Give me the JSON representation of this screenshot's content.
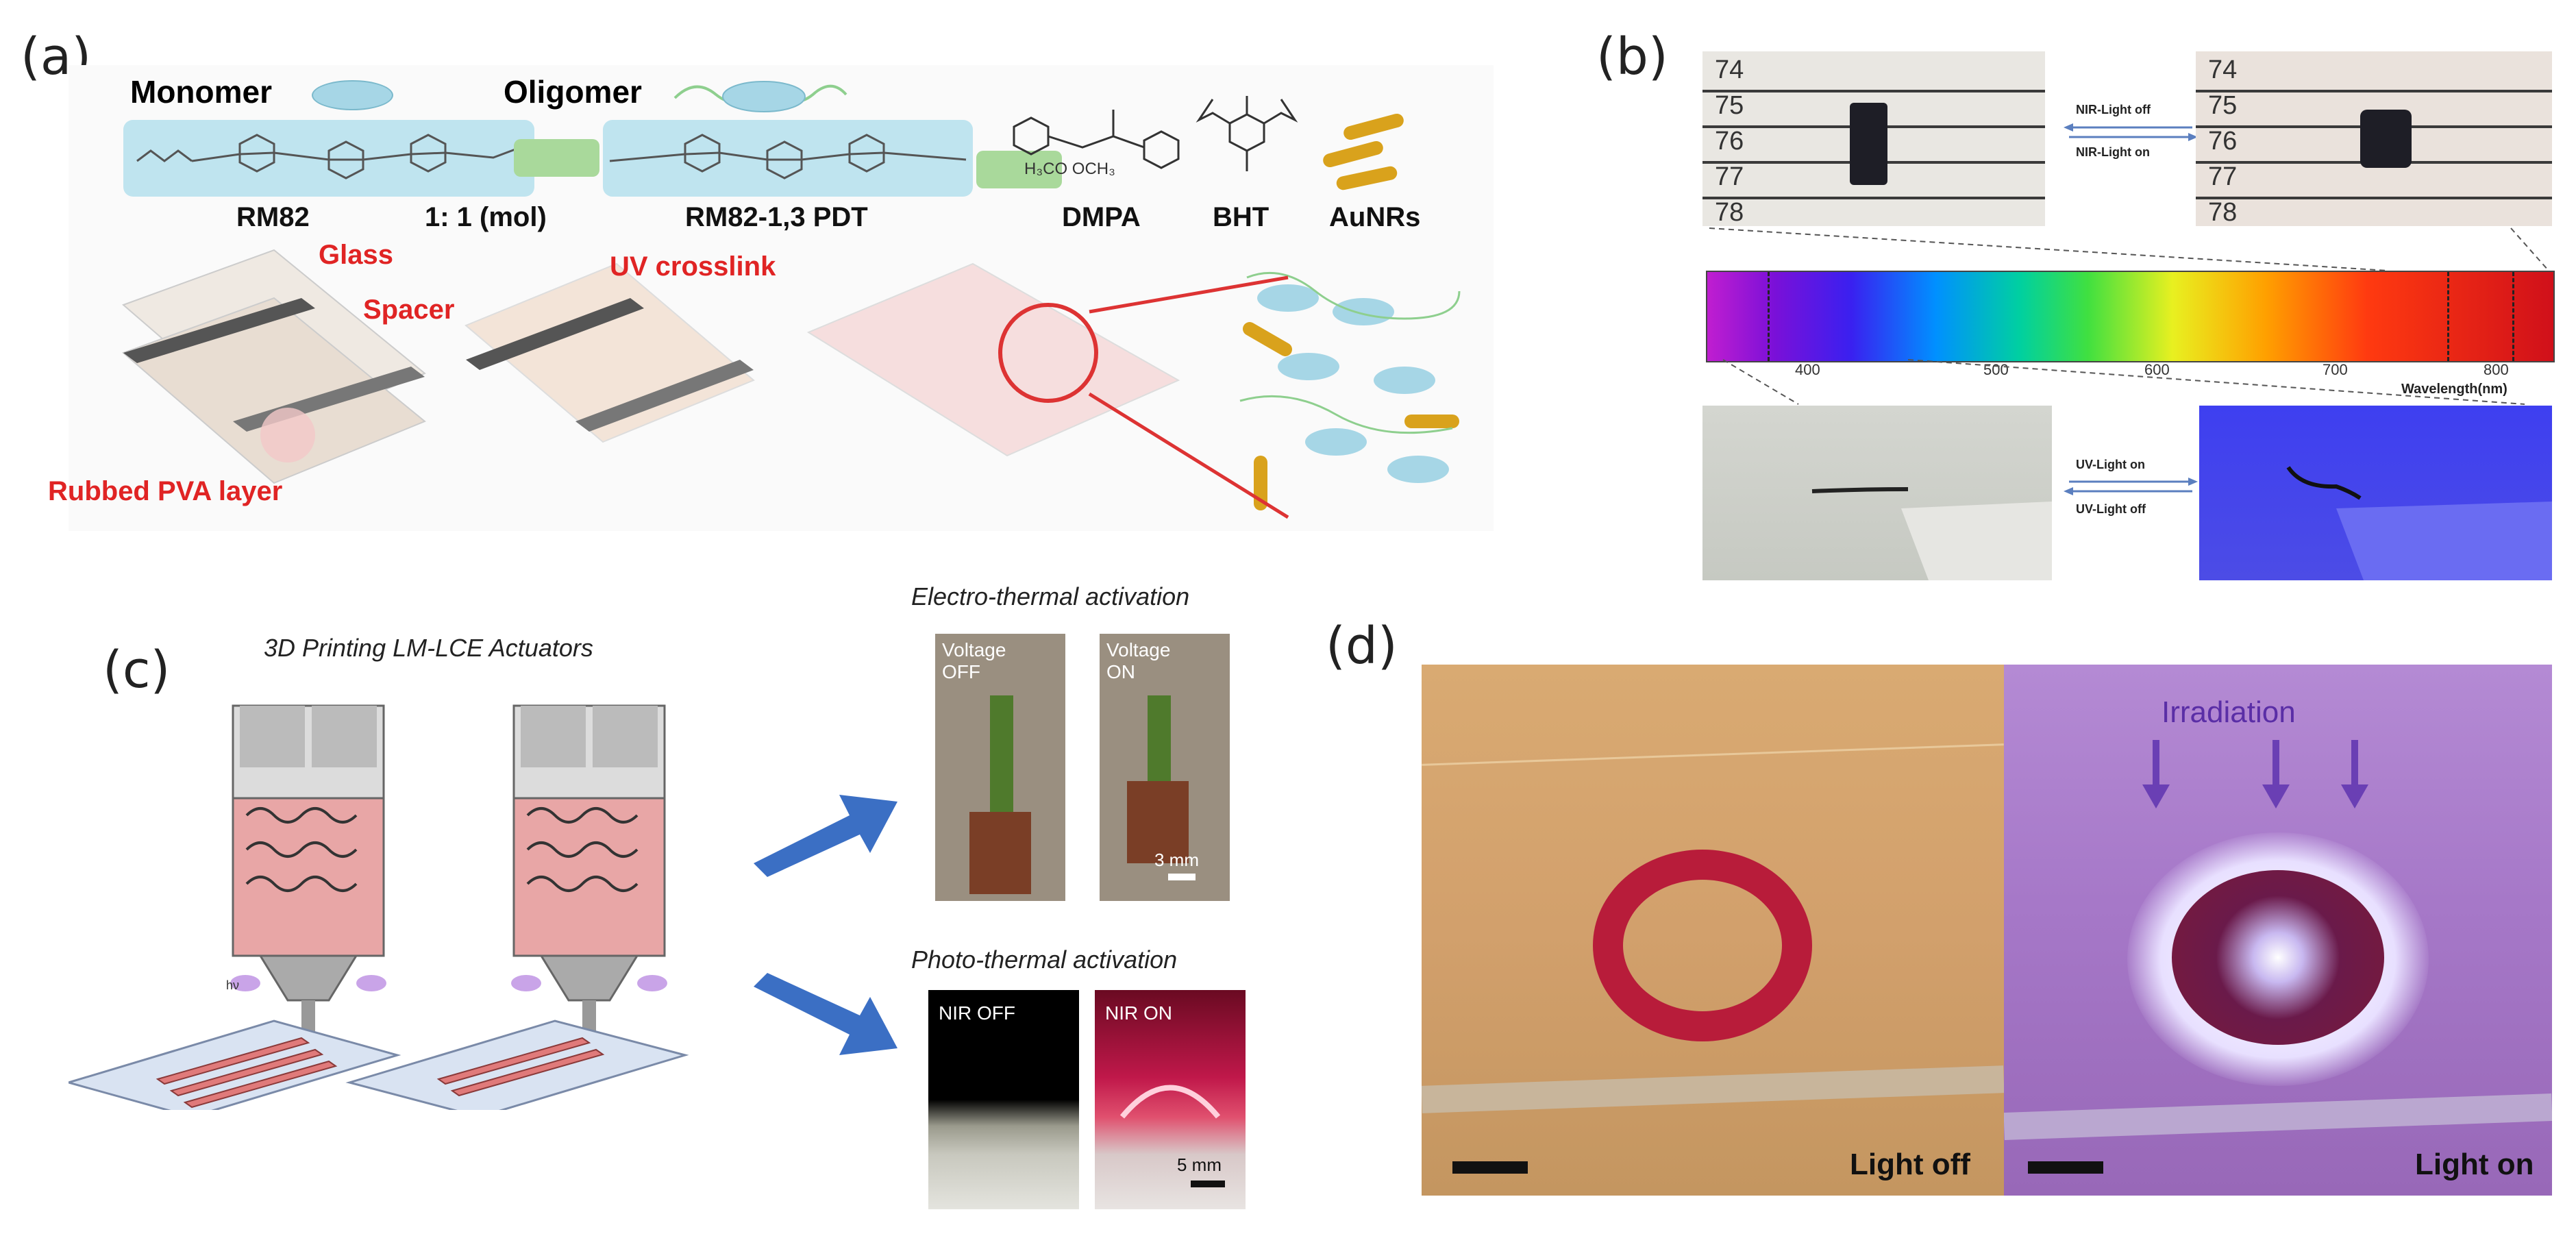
{
  "panels": {
    "a": {
      "label": "(a)",
      "monomer": "Monomer",
      "oligomer": "Oligomer",
      "rm82": "RM82",
      "ratio": "1: 1 (mol)",
      "rm82_pdt": "RM82-1,3 PDT",
      "dmpa": "DMPA",
      "bht": "BHT",
      "aunrs": "AuNRs",
      "glass": "Glass",
      "spacer": "Spacer",
      "uv_crosslink": "UV crosslink",
      "pva": "Rubbed PVA layer",
      "dmpa_sub": "H₃CO OCH₃"
    },
    "b": {
      "label": "(b)",
      "ruler_ticks": [
        "74",
        "75",
        "76",
        "77",
        "78"
      ],
      "nir_off": "NIR-Light off",
      "nir_on": "NIR-Light on",
      "uv_on": "UV-Light on",
      "uv_off": "UV-Light off",
      "spectrum_ticks": [
        "400",
        "500",
        "600",
        "700",
        "800"
      ],
      "wavelength_label": "Wavelength(nm)"
    },
    "c": {
      "label": "(c)",
      "title": "3D Printing LM-LCE Actuators",
      "hv": "hν",
      "electro_title": "Electro-thermal activation",
      "voltage_off": "Voltage OFF",
      "voltage_on": "Voltage ON",
      "scale_3mm": "3 mm",
      "photo_title": "Photo-thermal activation",
      "nir_off": "NIR OFF",
      "nir_on": "NIR ON",
      "scale_5mm": "5 mm"
    },
    "d": {
      "label": "(d)",
      "irradiation": "Irradiation",
      "light_off": "Light off",
      "light_on": "Light on"
    }
  },
  "colors": {
    "monomer_box": "#bfe4ef",
    "spacer_box": "#a9d99b",
    "gold": "#d9a21c",
    "red_text": "#e02424",
    "blue_arrow": "#3b6fc4",
    "purple_arrow": "#6a3fb4"
  }
}
